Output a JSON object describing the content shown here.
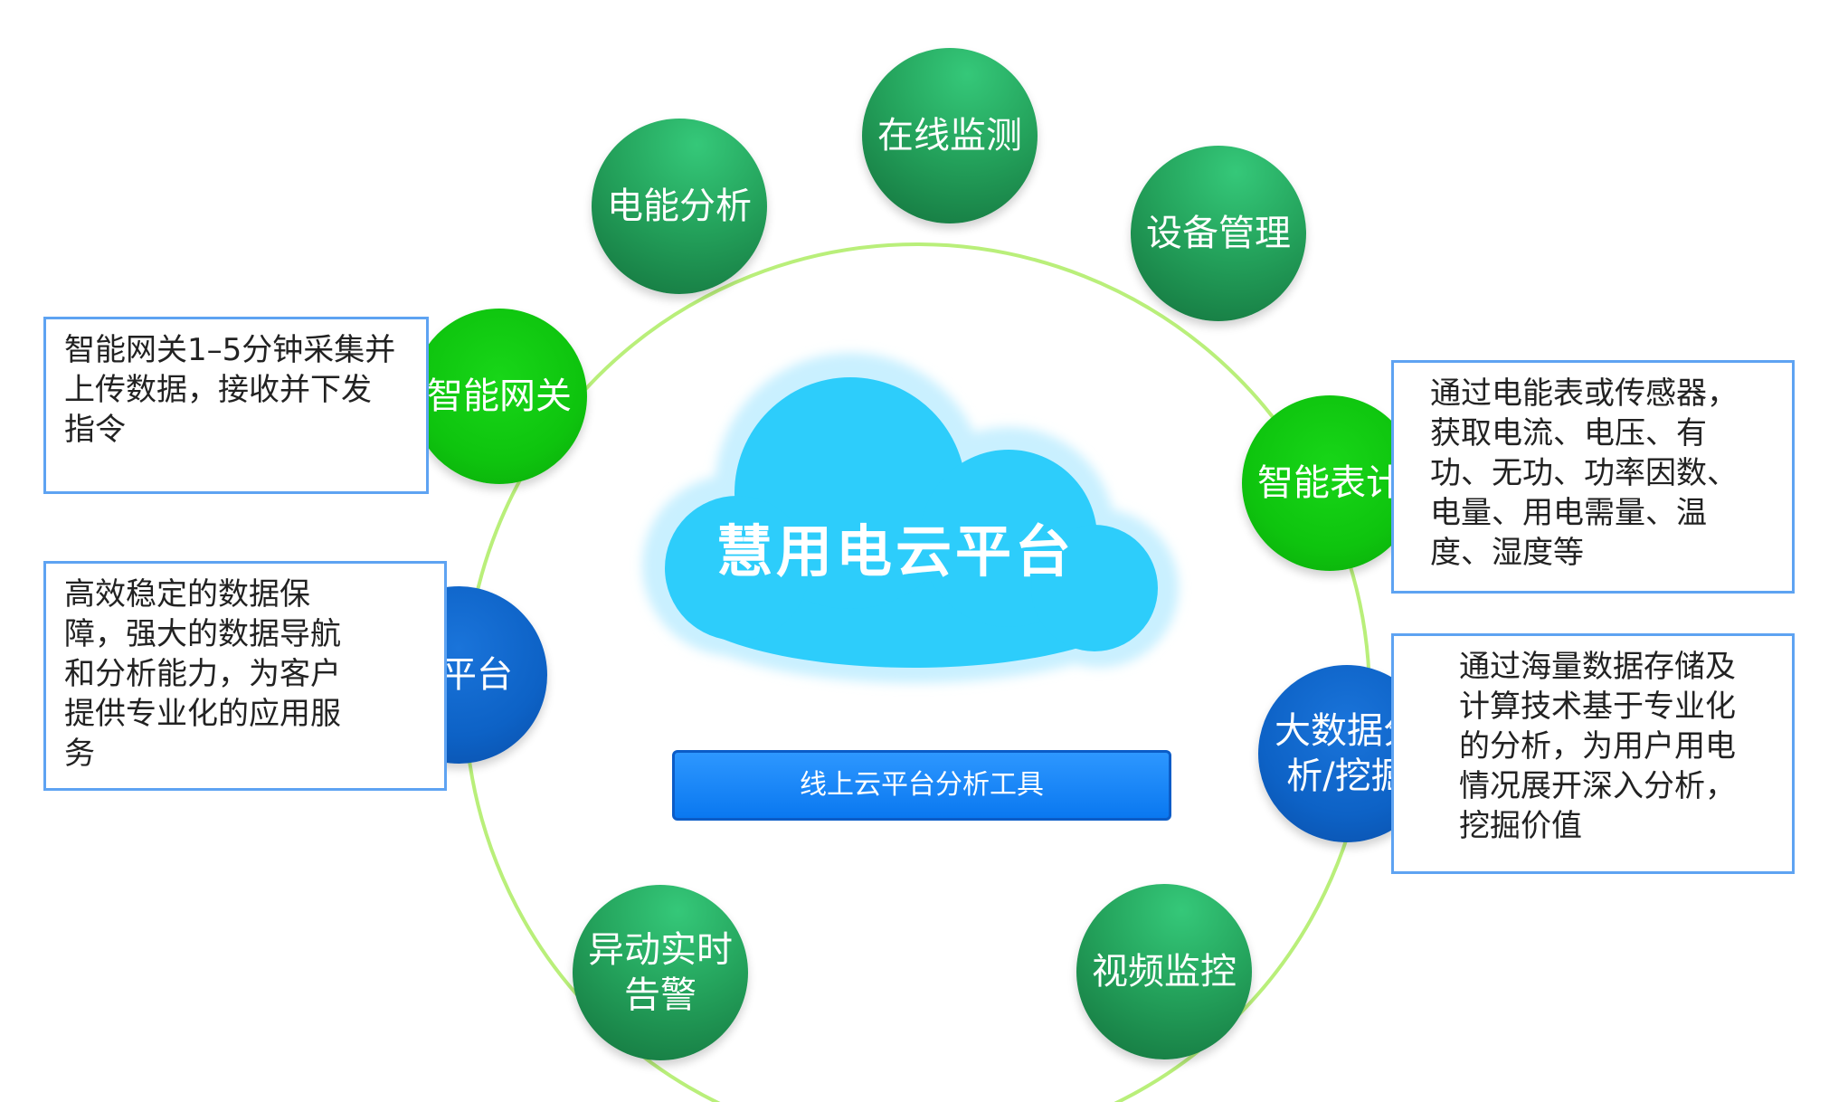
{
  "center": {
    "title": "慧用电云平台",
    "tool_banner": "线上云平台分析工具"
  },
  "nodes": {
    "online_monitor": "在线监测",
    "device_mgmt": "设备管理",
    "energy_analysis": "电能分析",
    "smart_gateway": "智能网关",
    "smart_meter": "智能表计",
    "cloud_platform": "云平台",
    "big_data": "大数据分\n析/挖掘",
    "anomaly_alarm": "异动实时\n告警",
    "video_monitor": "视频监控"
  },
  "descriptions": {
    "smart_gateway": "智能网关1–5分钟采集并\n上传数据，接收并下发\n指令",
    "cloud_platform": "高效稳定的数据保\n障，强大的数据导航\n和分析能力，为客户\n提供专业化的应用服\n务",
    "smart_meter": "通过电能表或传感器，\n获取电流、电压、有\n功、无功、功率因数、\n电量、用电需量、温\n度、湿度等",
    "big_data": "通过海量数据存储及\n计算技术基于专业化\n的分析，为用户用电\n情况展开深入分析，\n挖掘价值"
  },
  "colors": {
    "ring": "#b9ef7a",
    "node_dark_green": "#1e8f4f",
    "node_lime": "#0ec40e",
    "node_blue": "#0d62c6",
    "cloud_fill": "#2dcdfb",
    "box_border": "#5ea3f2",
    "banner": "#1786f8"
  }
}
